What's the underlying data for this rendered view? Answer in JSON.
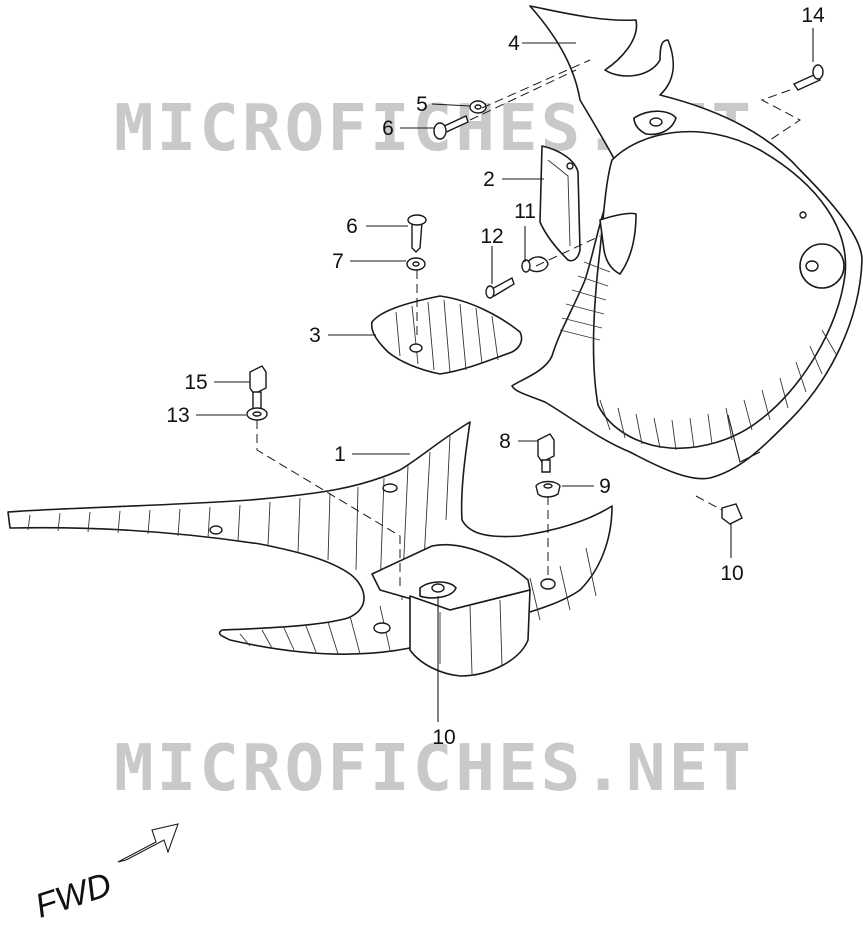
{
  "watermark": {
    "text": "MICROFICHES.NET",
    "color": "#c9c9c9"
  },
  "fwd_label": "FWD",
  "callouts": [
    {
      "id": "14a",
      "label": "14"
    },
    {
      "id": "4",
      "label": "4"
    },
    {
      "id": "5",
      "label": "5"
    },
    {
      "id": "6a",
      "label": "6"
    },
    {
      "id": "2",
      "label": "2"
    },
    {
      "id": "6b",
      "label": "6"
    },
    {
      "id": "11",
      "label": "11"
    },
    {
      "id": "12",
      "label": "12"
    },
    {
      "id": "7",
      "label": "7"
    },
    {
      "id": "3",
      "label": "3"
    },
    {
      "id": "15",
      "label": "15"
    },
    {
      "id": "13",
      "label": "13"
    },
    {
      "id": "1",
      "label": "1"
    },
    {
      "id": "8",
      "label": "8"
    },
    {
      "id": "9",
      "label": "9"
    },
    {
      "id": "10a",
      "label": "10"
    },
    {
      "id": "10b",
      "label": "10"
    }
  ]
}
